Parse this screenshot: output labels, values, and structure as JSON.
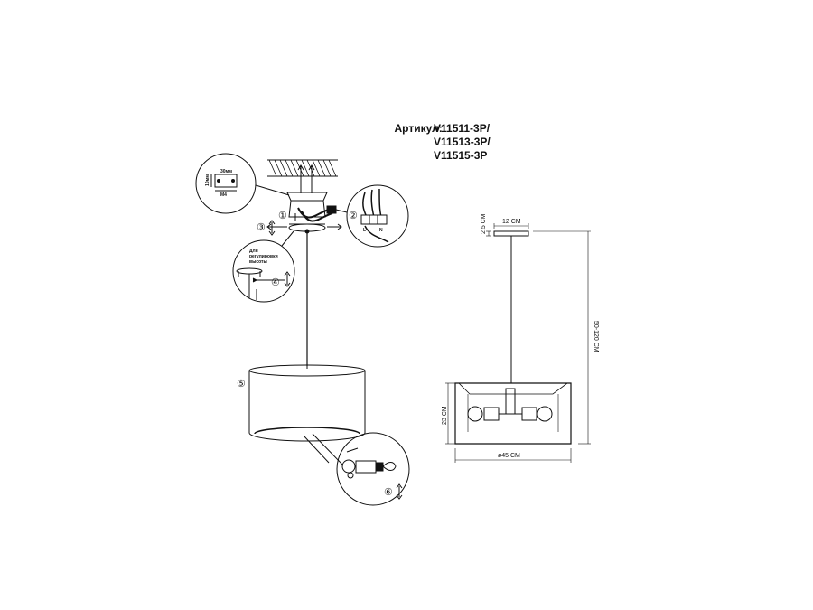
{
  "article": {
    "label": "Артикул:",
    "codes": [
      "V11511-3P/",
      "V11513-3P/",
      "V11515-3P"
    ]
  },
  "assembly": {
    "steps": [
      "①",
      "②",
      "③",
      "④",
      "⑤",
      "⑥"
    ],
    "height_note": [
      "Для",
      "регулировки",
      "высоты"
    ],
    "detail_dims": [
      "30мм",
      "10мм",
      "М4"
    ],
    "terminal_labels": [
      "L",
      "N"
    ]
  },
  "dimensions": {
    "canopy_height": "2.5 СМ",
    "canopy_width": "12 СМ",
    "total_height": "50-120 СМ",
    "shade_height": "23 СМ",
    "shade_diameter": "ø45 СМ"
  }
}
